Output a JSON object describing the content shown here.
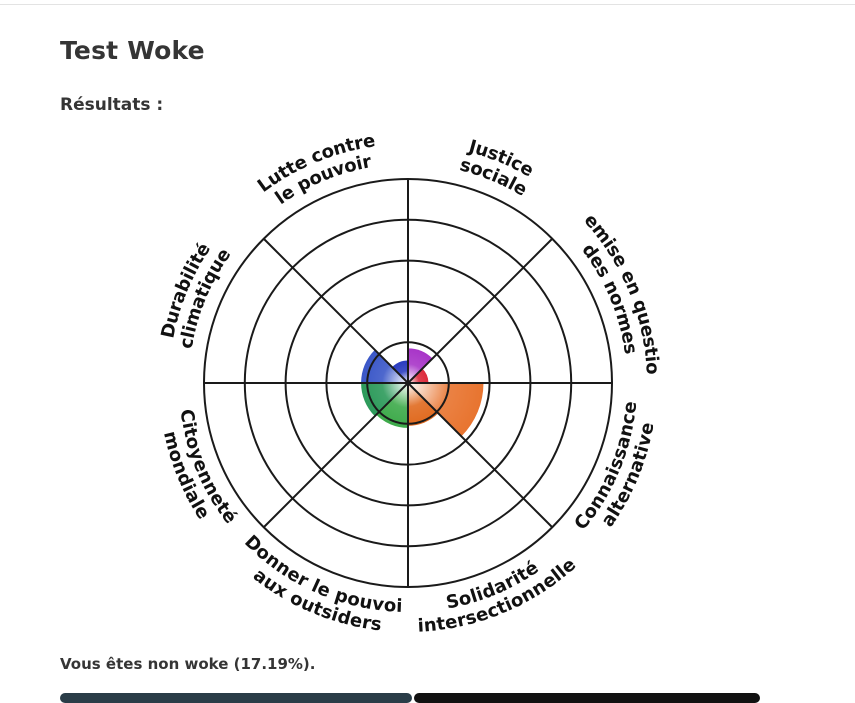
{
  "page": {
    "title": "Test Woke",
    "results_heading": "Résultats :",
    "result_text": "Vous êtes non woke (17.19%)."
  },
  "chart_data": {
    "type": "polar-area",
    "rings": 5,
    "max": 100,
    "grid": true,
    "start": "top",
    "direction": "clockwise",
    "categories": [
      {
        "label_lines": [
          "Justice",
          "sociale"
        ],
        "value": 17,
        "color": "#a835c8"
      },
      {
        "label_lines": [
          "Remise en question",
          "des normes"
        ],
        "value": 10,
        "color": "#dd2b3c"
      },
      {
        "label_lines": [
          "Connaissance",
          "alternative"
        ],
        "value": 37,
        "color": "#e8742f"
      },
      {
        "label_lines": [
          "Solidarité",
          "intersectionnelle"
        ],
        "value": 21,
        "color": "#e06a1f"
      },
      {
        "label_lines": [
          "Donner le pouvoir",
          "aux outsiders"
        ],
        "value": 22,
        "color": "#3daa4a"
      },
      {
        "label_lines": [
          "Citoyenneté",
          "mondiale"
        ],
        "value": 23,
        "color": "#2c9a5a"
      },
      {
        "label_lines": [
          "Durabilité",
          "climatique"
        ],
        "value": 23,
        "color": "#3a57c8"
      },
      {
        "label_lines": [
          "Lutte contre",
          "le pouvoir"
        ],
        "value": 11,
        "color": "#2a3cc0"
      }
    ]
  }
}
